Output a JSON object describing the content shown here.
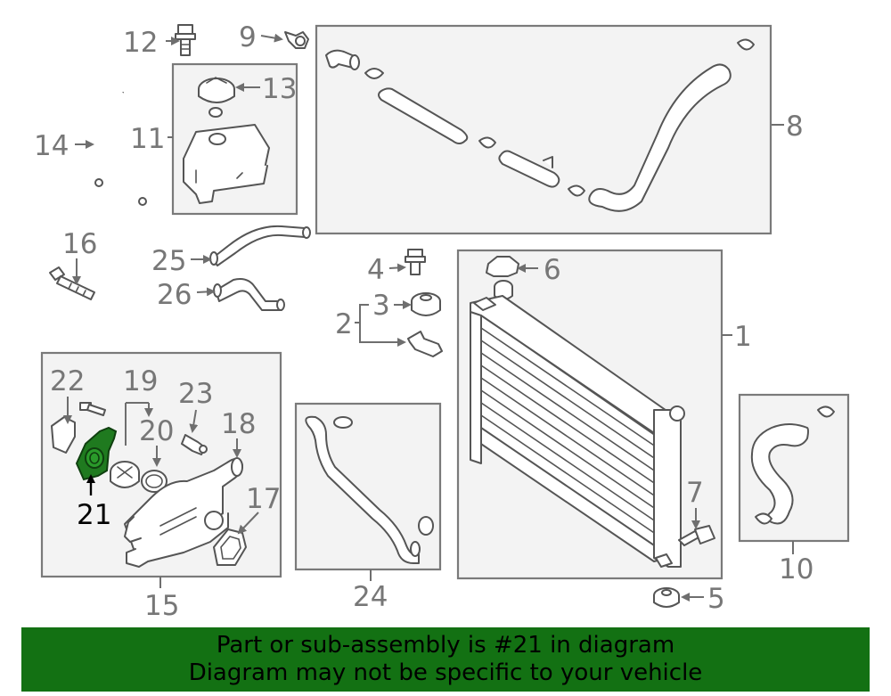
{
  "labels": {
    "p1": "1",
    "p2": "2",
    "p3": "3",
    "p4": "4",
    "p5": "5",
    "p6": "6",
    "p7": "7",
    "p8": "8",
    "p9": "9",
    "p10": "10",
    "p11": "11",
    "p12": "12",
    "p13": "13",
    "p14": "14",
    "p15": "15",
    "p16": "16",
    "p17": "17",
    "p18": "18",
    "p19": "19",
    "p20": "20",
    "p21": "21",
    "p22": "22",
    "p23": "23",
    "p24": "24",
    "p25": "25",
    "p26": "26"
  },
  "highlight": {
    "part": "21",
    "color": "#1f7a1f"
  },
  "banner": {
    "line1": "Part or sub-assembly is #21 in diagram",
    "line2": "Diagram may not be specific to your vehicle",
    "background": "#137113"
  }
}
